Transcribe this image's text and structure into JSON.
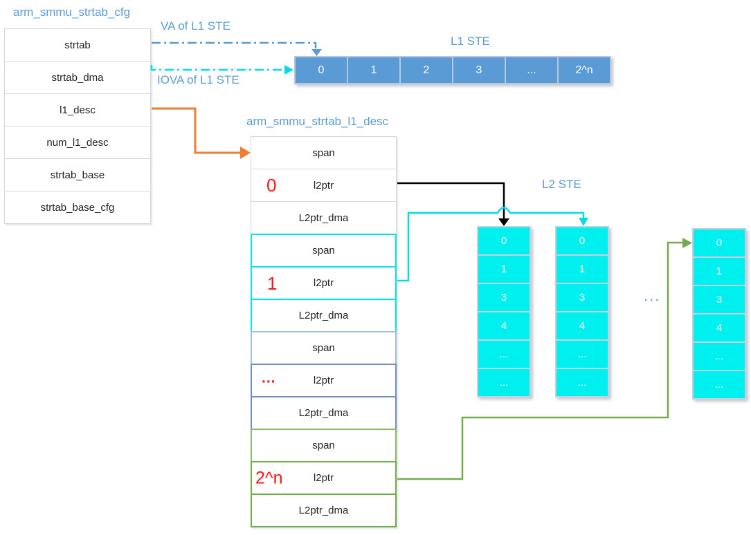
{
  "titles": {
    "cfg": "arm_smmu_strtab_cfg",
    "l1_desc": "arm_smmu_strtab_l1_desc"
  },
  "labels": {
    "va": "VA of L1 STE",
    "iova": "IOVA of L1 STE",
    "l1_ste": "L1 STE",
    "l2_ste": "L2 STE",
    "between_tables_ellipsis": "..."
  },
  "cfg_table": {
    "rows": [
      "strtab",
      "strtab_dma",
      "l1_desc",
      "num_l1_desc",
      "strtab_base",
      "strtab_base_cfg"
    ]
  },
  "l1_ste_table": {
    "cells": [
      "0",
      "1",
      "2",
      "3",
      "...",
      "2^n"
    ]
  },
  "l1_desc_table": {
    "groups": [
      {
        "index": "0",
        "rows": [
          "span",
          "l2ptr",
          "L2ptr_dma"
        ]
      },
      {
        "index": "1",
        "rows": [
          "span",
          "l2ptr",
          "L2ptr_dma"
        ]
      },
      {
        "index": "...",
        "rows": [
          "span",
          "l2ptr",
          "L2ptr_dma"
        ]
      },
      {
        "index": "2^n",
        "rows": [
          "span",
          "l2ptr",
          "L2ptr_dma"
        ]
      }
    ]
  },
  "l2_ste_tables": [
    {
      "cells": [
        "0",
        "1",
        "3",
        "4",
        "...",
        "..."
      ]
    },
    {
      "cells": [
        "0",
        "1",
        "3",
        "4",
        "...",
        "..."
      ]
    },
    {
      "cells": [
        "0",
        "1",
        "3",
        "4",
        "...",
        "..."
      ]
    }
  ],
  "colors": {
    "accent_blue": "#5b9bd5",
    "cyan": "#00e3ee",
    "orange": "#ed7d31",
    "green": "#72a94a",
    "red": "#ff1414",
    "l1_cell_fill": "#5b9bd5",
    "l2_cell_fill": "#00f0f0",
    "black": "#000000"
  }
}
